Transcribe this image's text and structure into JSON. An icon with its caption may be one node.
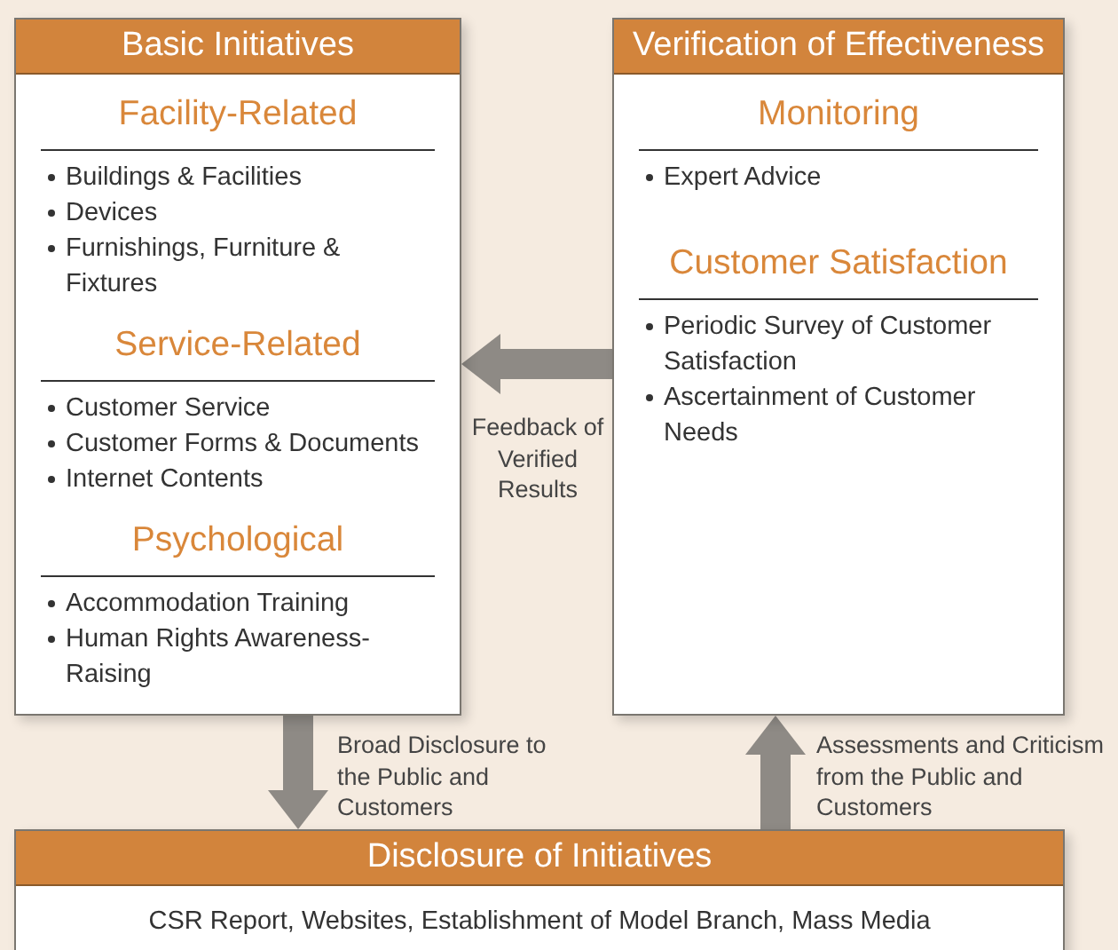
{
  "diagram": {
    "nodes": [
      {
        "text": [
          "Basic Initiatives"
        ]
      },
      {
        "text": [
          "Facility-Related",
          "Buildings & Facilities",
          "Devices",
          "Furnishings, Furniture & Fixtures"
        ],
        "in": 0
      },
      {
        "text": [
          "Service-Related",
          "Customer Service",
          "Customer Forms & Documents",
          "Internet Contents"
        ],
        "in": 0
      },
      {
        "text": [
          "Psychological",
          "Accommodation Training",
          "Human Rights Awareness-Raising"
        ],
        "in": 0
      },
      {
        "text": [
          "Verification of Effectiveness"
        ]
      },
      {
        "text": [
          "Monitoring",
          "Expert Advice"
        ],
        "in": 4
      },
      {
        "text": [
          "Customer Satisfaction",
          "Periodic Survey of Customer Satisfaction",
          "Ascertainment of Customer Needs"
        ],
        "in": 4
      },
      {
        "text": [
          "Disclosure of Initiatives",
          "CSR Report, Websites, Establishment of Model Branch, Mass Media"
        ]
      }
    ],
    "edges": [
      {
        "from": 4,
        "to": 0,
        "arrow": "to",
        "label": "Feedback of Verified Results"
      },
      {
        "from": 0,
        "to": 7,
        "arrow": "to",
        "label": "Broad Disclosure to the Public and Customers"
      },
      {
        "from": 7,
        "to": 4,
        "arrow": "to",
        "label": "Assessments and Criticism from the Public and Customers"
      }
    ]
  }
}
